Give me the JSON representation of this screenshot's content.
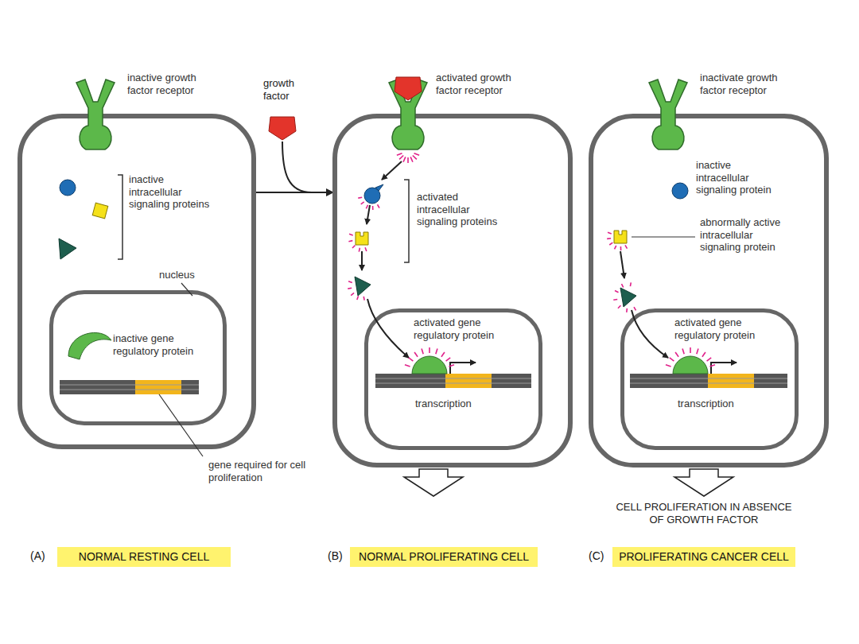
{
  "diagram": {
    "nodes": [
      {
        "text": [
          "inactive growth factor receptor",
          "inactive intracellular signaling proteins"
        ]
      },
      {
        "text": [
          "nucleus",
          "inactive gene regulatory protein",
          "gene required for cell proliferation"
        ],
        "in": 0
      },
      {
        "text": [
          "activated growth factor receptor",
          "activated intracellular signaling proteins"
        ]
      },
      {
        "text": [
          "activated gene regulatory protein",
          "transcription"
        ],
        "in": 2
      },
      {
        "text": [
          "inactivate growth factor receptor",
          "inactive intracellular signaling protein",
          "abnormally active intracellular signaling protein"
        ]
      },
      {
        "text": [
          "activated gene regulatory protein",
          "transcription"
        ],
        "in": 4
      },
      {
        "text": [
          "NORMAL RESTING CELL"
        ]
      },
      {
        "text": [
          "NORMAL PROLIFERATING CELL"
        ]
      },
      {
        "text": [
          "PROLIFERATING CANCER CELL"
        ]
      }
    ],
    "edges": [
      {
        "from": 0,
        "to": 2,
        "arrow": "to",
        "label": "growth factor"
      }
    ],
    "labels": [
      "(A)",
      "(B)",
      "(C)",
      "CELL PROLIFERATION IN ABSENCE OF GROWTH FACTOR"
    ]
  }
}
